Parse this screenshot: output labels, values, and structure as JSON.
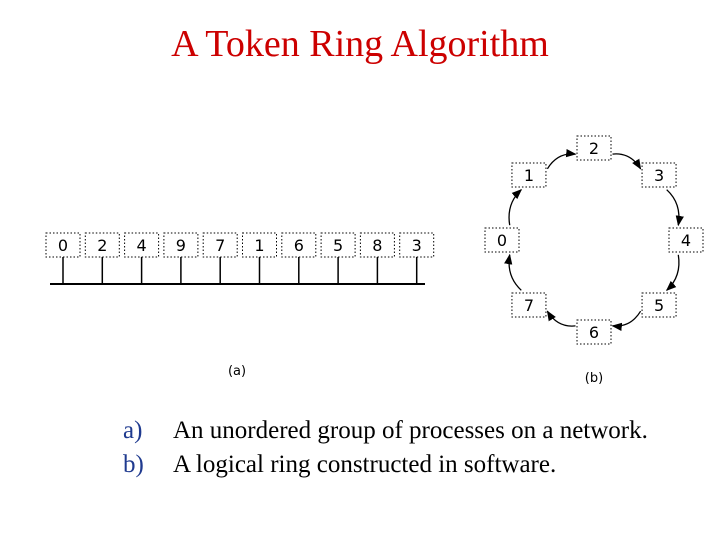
{
  "title": "A Token Ring Algorithm",
  "figure_a": {
    "label": "(a)",
    "nodes": [
      "0",
      "2",
      "4",
      "9",
      "7",
      "1",
      "6",
      "5",
      "8",
      "3"
    ]
  },
  "figure_b": {
    "label": "(b)",
    "nodes": [
      "0",
      "1",
      "2",
      "3",
      "4",
      "5",
      "6",
      "7"
    ]
  },
  "captions": [
    {
      "letter": "a)",
      "text": "An unordered group of processes on a network."
    },
    {
      "letter": "b)",
      "text": "A logical ring constructed in software."
    }
  ],
  "colors": {
    "title": "#cc0000",
    "caption_letter": "#1f3a8f",
    "line": "#000000"
  }
}
